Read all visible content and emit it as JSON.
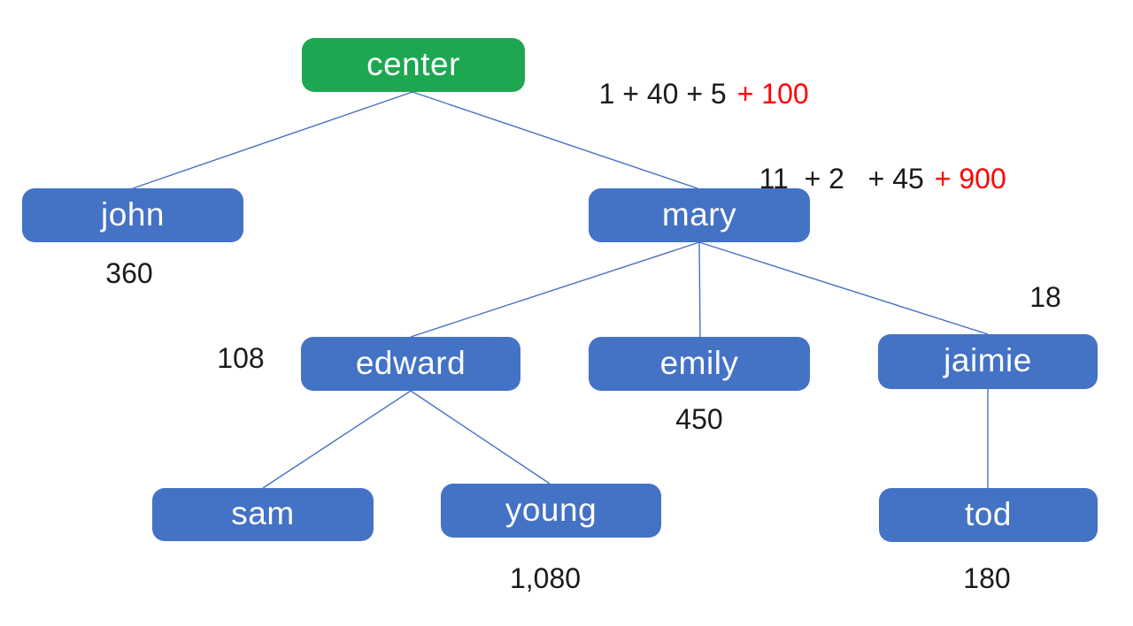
{
  "diagram": {
    "type": "tree",
    "nodes": {
      "center": {
        "label": "center",
        "role": "root",
        "color": "#1ea750"
      },
      "john": {
        "label": "john",
        "color": "#4472c4"
      },
      "mary": {
        "label": "mary",
        "color": "#4472c4"
      },
      "edward": {
        "label": "edward",
        "color": "#4472c4"
      },
      "emily": {
        "label": "emily",
        "color": "#4472c4"
      },
      "jaimie": {
        "label": "jaimie",
        "color": "#4472c4"
      },
      "sam": {
        "label": "sam",
        "color": "#4472c4"
      },
      "young": {
        "label": "young",
        "color": "#4472c4"
      },
      "tod": {
        "label": "tod",
        "color": "#4472c4"
      }
    },
    "edges": [
      {
        "from": "center",
        "to": "john"
      },
      {
        "from": "center",
        "to": "mary"
      },
      {
        "from": "mary",
        "to": "edward"
      },
      {
        "from": "mary",
        "to": "emily"
      },
      {
        "from": "mary",
        "to": "jaimie"
      },
      {
        "from": "edward",
        "to": "sam"
      },
      {
        "from": "edward",
        "to": "young"
      },
      {
        "from": "jaimie",
        "to": "tod"
      }
    ],
    "expressions": {
      "center": {
        "black": "1 + 40 + 5",
        "red": "+ 100"
      },
      "mary": {
        "black": "11  + 2   + 45",
        "red": "+ 900"
      }
    },
    "values": {
      "john": "360",
      "edward": "108",
      "emily": "450",
      "jaimie": "18",
      "young": "1,080",
      "tod": "180"
    },
    "colors": {
      "node_blue": "#4472c4",
      "node_green": "#1ea750",
      "connector": "#4472c4",
      "text_black": "#1a1a1a",
      "text_red": "#ff0000",
      "node_text": "#ffffff"
    }
  }
}
